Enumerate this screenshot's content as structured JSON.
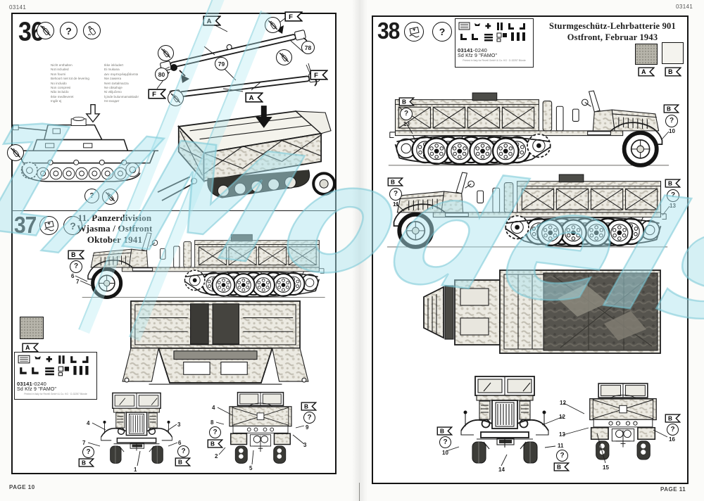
{
  "meta": {
    "code_top_left": "03141",
    "code_top_right": "03141",
    "footer_left": "PAGE 10",
    "footer_right": "PAGE 11"
  },
  "icons": {
    "question": "?"
  },
  "flags": {
    "a": "A",
    "b": "B",
    "f": "F"
  },
  "watermark": {
    "text": "1/Models.net",
    "color": "#ace4ee"
  },
  "decal_sheet": {
    "code_bold": "03141",
    "code_suffix": "-0240",
    "title": "Sd Kfz 9 \"FAMO\"",
    "footnote": "Printed in Italy for Revell GmbH & Co. KG · D-32257 Bünde"
  },
  "step36": {
    "number": "36",
    "parts": {
      "p78": "78",
      "p79": "79",
      "p80": "80"
    },
    "not_included_left": [
      "Nicht enthalten",
      "Not included",
      "Non fourni",
      "Behoort niet tot de levering",
      "No incluido",
      "Non compresi",
      "Não incluído",
      "Ikke medleveret",
      "Ingår ej"
    ],
    "not_included_right": [
      "Ikke inkludert",
      "Ei mukana",
      "Δεν συμπεριλαμβάνεται",
      "Nie zawiera",
      "Nem tartalmazza",
      "Ne obsahuje",
      "Ni vključeno",
      "İçinde bulunmamaktadır",
      "Не входит"
    ]
  },
  "step37": {
    "number": "37",
    "title": [
      "11. Panzerdivision",
      "Wjasma / Ostfront",
      "Oktober 1941"
    ],
    "callouts": {
      "side6": "6",
      "side7": "7",
      "front1": "1",
      "front3": "3",
      "front4": "4",
      "front6": "6",
      "front7": "7",
      "rear2": "2",
      "rear3": "3",
      "rear4": "4",
      "rear5": "5",
      "rear8": "8",
      "rear9": "9"
    }
  },
  "step38": {
    "number": "38",
    "title": [
      "Sturmgeschütz-Lehrbatterie 901",
      "Ostfront, Februar 1943"
    ],
    "callouts": {
      "side1_left": "13",
      "side1_right": "10",
      "side2_left": "11",
      "side2_right": "13",
      "front10": "10",
      "front11": "11",
      "front12": "12",
      "front14": "14",
      "rear12": "12",
      "rear13": "13",
      "rear15": "15",
      "rear16": "16"
    }
  }
}
